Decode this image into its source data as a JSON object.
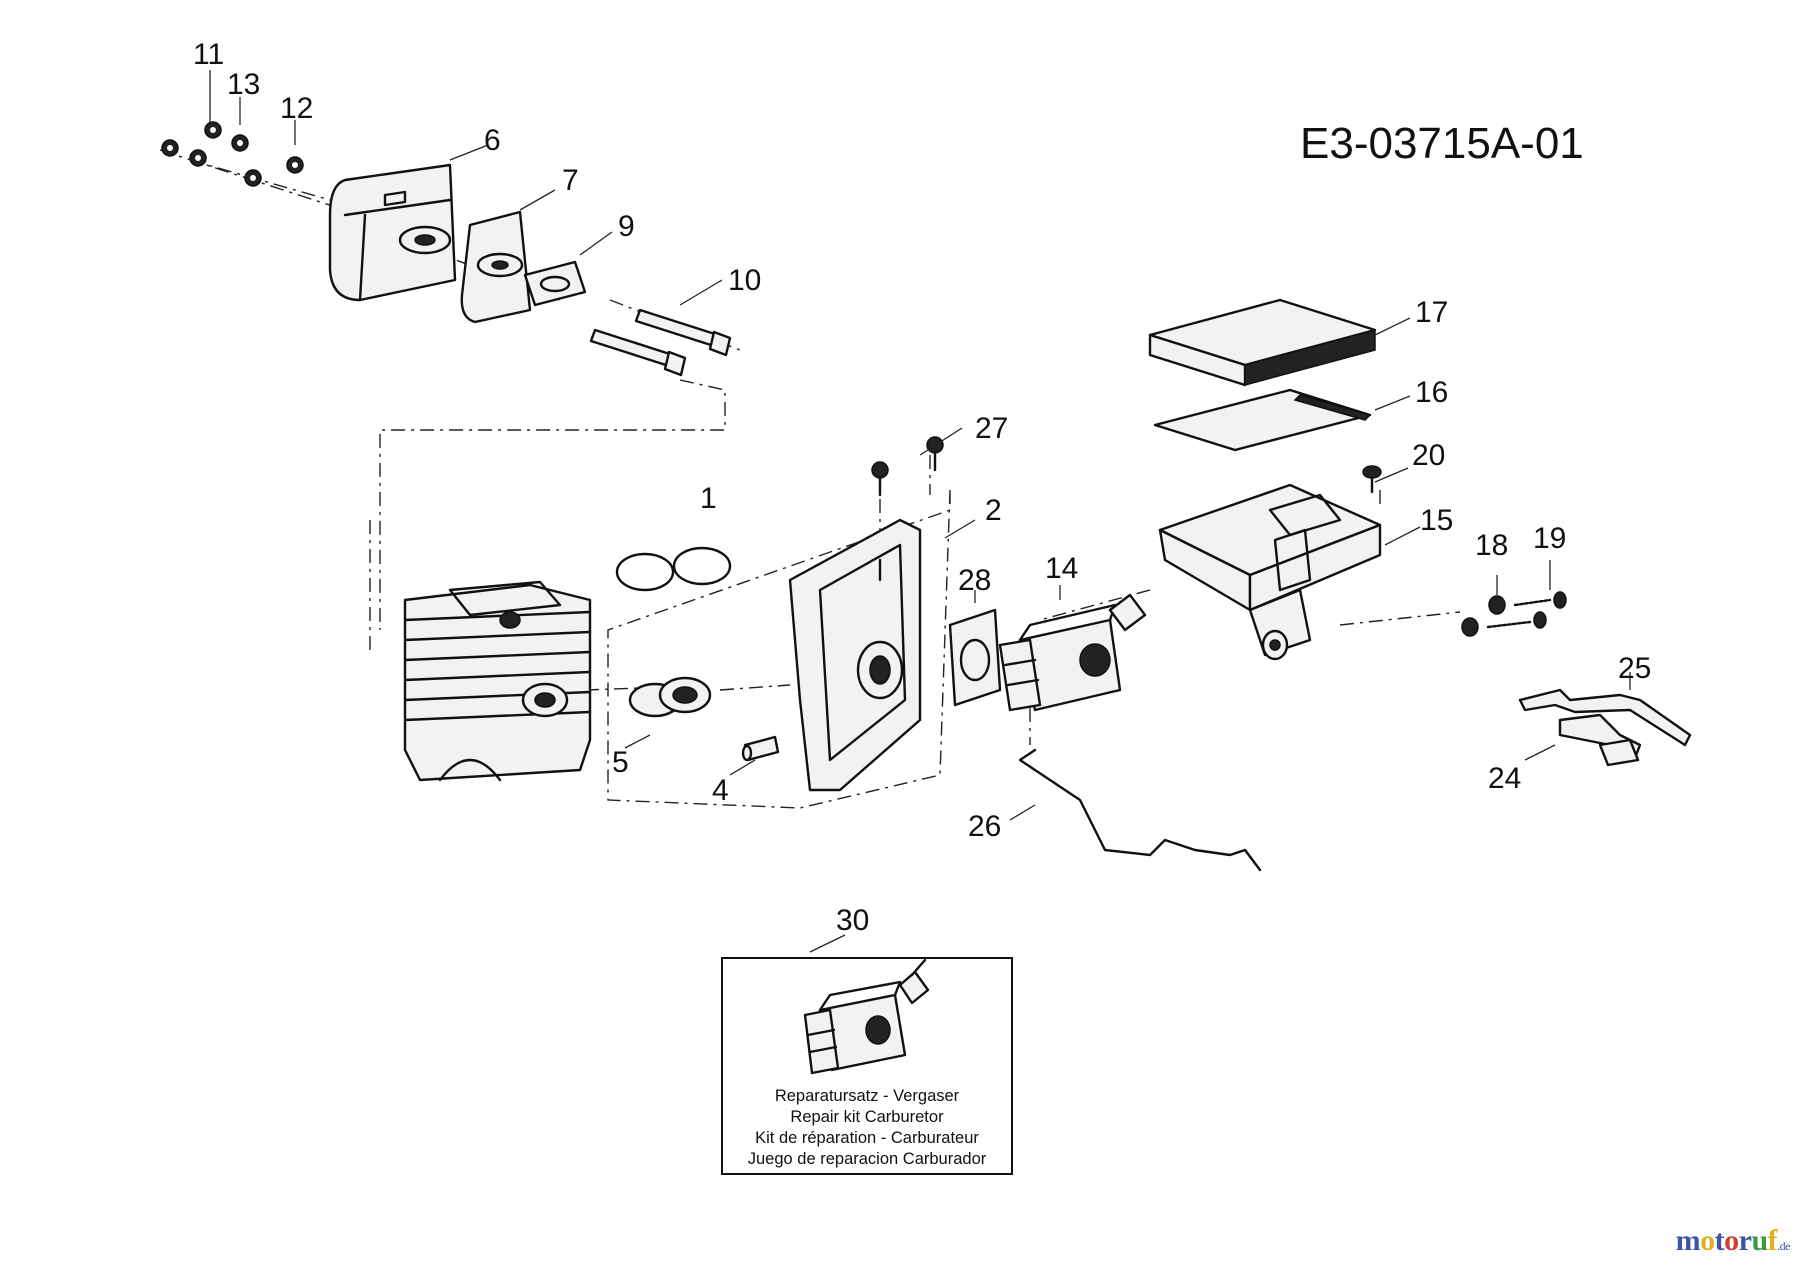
{
  "drawing_code": "E3-03715A-01",
  "callouts": {
    "c1": "1",
    "c2": "2",
    "c4": "4",
    "c5": "5",
    "c6": "6",
    "c7": "7",
    "c9": "9",
    "c10": "10",
    "c11": "11",
    "c12": "12",
    "c13": "13",
    "c14": "14",
    "c15": "15",
    "c16": "16",
    "c17": "17",
    "c18": "18",
    "c19": "19",
    "c20": "20",
    "c24": "24",
    "c25": "25",
    "c26": "26",
    "c27": "27",
    "c28": "28",
    "c30": "30"
  },
  "repair_kit": {
    "line_de": "Reparatursatz - Vergaser",
    "line_en": "Repair   kit   Carburetor",
    "line_fr": "Kit de réparation - Carburateur",
    "line_es": "Juego de reparacion   Carburador"
  },
  "logo": {
    "letters": [
      "m",
      "o",
      "t",
      "o",
      "r",
      "u",
      "f"
    ],
    "suffix": ".de",
    "colors": [
      "#3b55a0",
      "#e0b020",
      "#3b55a0",
      "#d04030",
      "#3b55a0",
      "#3a9a40",
      "#e0b020"
    ]
  },
  "colors": {
    "ink": "#111111",
    "background": "#ffffff"
  }
}
